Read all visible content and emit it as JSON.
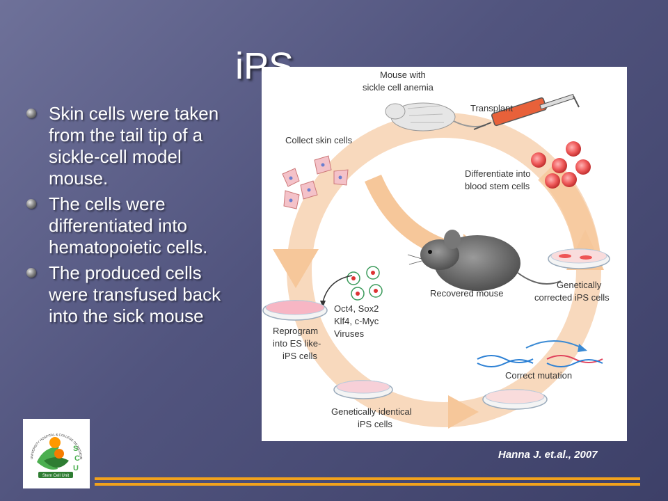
{
  "slide": {
    "title": "iPS",
    "bullets": [
      "Skin cells were taken from the tail tip of a sickle-cell model mouse.",
      "The cells were differentiated into hematopoietic cells.",
      "The produced cells were transfused back into the sick mouse"
    ],
    "citation": "Hanna J. et.al., 2007"
  },
  "diagram": {
    "mouse_with_sca": [
      "Mouse with",
      "sickle cell anemia"
    ],
    "transplant": "Transplant",
    "collect_skin_cells": "Collect skin cells",
    "differentiate": [
      "Differentiate into",
      "blood stem cells"
    ],
    "recovered_mouse": "Recovered mouse",
    "genetically_corrected": [
      "Genetically",
      "corrected iPS cells"
    ],
    "factors": [
      "Oct4, Sox2",
      "Klf4, c-Myc",
      "Viruses"
    ],
    "reprogram": [
      "Reprogram",
      "into ES like-",
      "iPS cells"
    ],
    "correct_mutation": "Correct mutation",
    "genetically_identical": [
      "Genetically identical",
      "iPS cells"
    ]
  },
  "logo": {
    "arc_text": "UNIVERSITY HOSPITAL & COLLEGE OF MEDICINE",
    "letters": [
      "S",
      "C",
      "U"
    ],
    "caption": "Stem Cell Unit"
  },
  "colors": {
    "accent": "#f2a21c",
    "arrow": "#f6c79a",
    "background": "#51547e"
  }
}
